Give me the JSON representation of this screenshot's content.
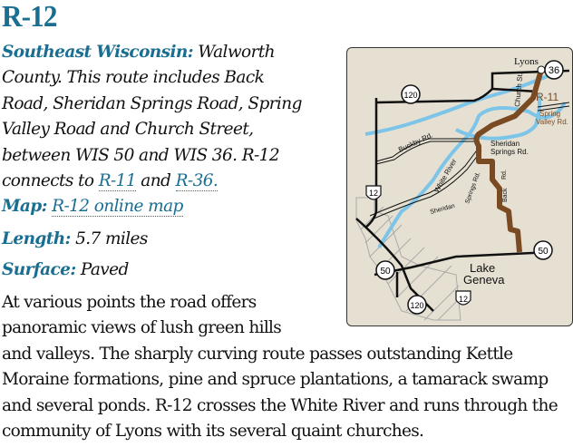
{
  "title": "R-12",
  "region_label": "Southeast Wisconsin:",
  "intro_text_1": " Walworth County. This route includes Back Road, Sheridan Springs Road, Spring Valley Road and Church Street, between WIS 50 and WIS 36. R-12 connects to ",
  "link_r11": "R-11",
  "intro_and": " and ",
  "link_r36": "R-36.",
  "map_row": {
    "label": "Map:",
    "link": "R-12 online map"
  },
  "length_row": {
    "label": "Length:",
    "value": " 5.7 miles"
  },
  "surface_row": {
    "label": "Surface:",
    "value": " Paved"
  },
  "body_first": "At various points the road offers panoramic views of lush green hills",
  "body_rest": "and valleys. The sharply curving route passes outstanding Kettle Moraine formations, pine and spruce plantations, a tamarack swamp and several ponds. R-12 crosses the White River and runs through the community of Lyons with its several quaint churches.",
  "colors": {
    "accent": "#1a6e92",
    "route": "#7a4a22",
    "water": "#7cc5e8",
    "map_bg": "#e6e0d3"
  },
  "map": {
    "labels": {
      "lyons": "Lyons",
      "church": "Church St.",
      "r11": "R-11",
      "spring_valley_1": "Spring",
      "spring_valley_2": "Valley Rd.",
      "buckby": "Buckby Rd.",
      "sheridan_springs_1": "Sheridan",
      "sheridan_springs_2": "Springs Rd.",
      "white_river": "White River",
      "sheridan": "Sheridan",
      "springs_rd": "Springs Rd.",
      "back": "Back",
      "rd": "Rd.",
      "lake": "Lake",
      "geneva": "Geneva"
    },
    "shields": {
      "wis36": "36",
      "wis120_top": "120",
      "us12_top": "12",
      "wis50_right": "50",
      "wis50_left": "50",
      "wis120_bottom": "120",
      "us12_bottom": "12"
    }
  }
}
